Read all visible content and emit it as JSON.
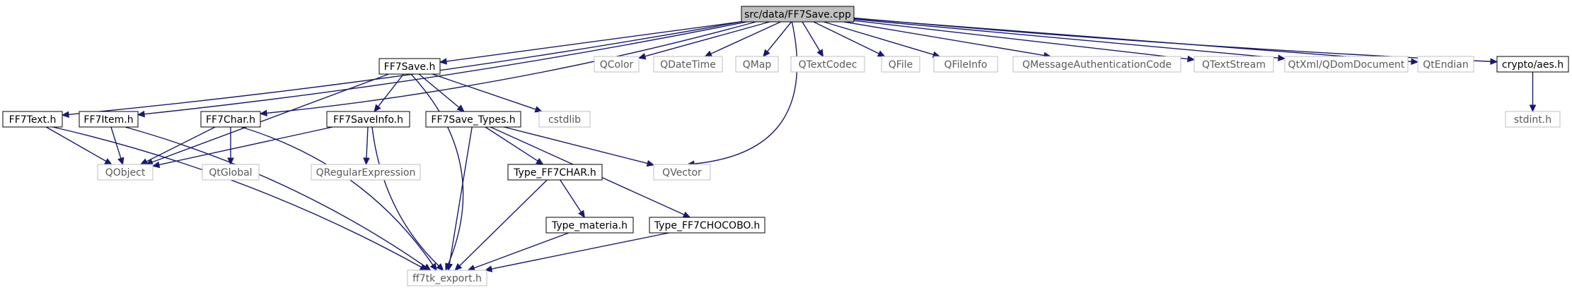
{
  "colors": {
    "edge": "#191970",
    "box_strong": "#000000",
    "box_light": "#bfbfbf",
    "text_strong": "#000000",
    "text_light": "#595959",
    "root_fill": "#bfbfbf"
  },
  "nodes": [
    {
      "id": "root",
      "label": "src/data/FF7Save.cpp",
      "style": "root"
    },
    {
      "id": "ff7save_h",
      "label": "FF7Save.h",
      "style": "strong"
    },
    {
      "id": "qcolor",
      "label": "QColor",
      "style": "light"
    },
    {
      "id": "qdatetime",
      "label": "QDateTime",
      "style": "light"
    },
    {
      "id": "qmap",
      "label": "QMap",
      "style": "light"
    },
    {
      "id": "qtextcodec",
      "label": "QTextCodec",
      "style": "light"
    },
    {
      "id": "qfile",
      "label": "QFile",
      "style": "light"
    },
    {
      "id": "qfileinfo",
      "label": "QFileInfo",
      "style": "light"
    },
    {
      "id": "qmac",
      "label": "QMessageAuthenticationCode",
      "style": "light"
    },
    {
      "id": "qtextstream",
      "label": "QTextStream",
      "style": "light"
    },
    {
      "id": "qdomdocument",
      "label": "QtXml/QDomDocument",
      "style": "light"
    },
    {
      "id": "qtendian",
      "label": "QtEndian",
      "style": "light"
    },
    {
      "id": "aes_h",
      "label": "crypto/aes.h",
      "style": "strong"
    },
    {
      "id": "ff7text_h",
      "label": "FF7Text.h",
      "style": "strong"
    },
    {
      "id": "ff7item_h",
      "label": "FF7Item.h",
      "style": "strong"
    },
    {
      "id": "ff7char_h",
      "label": "FF7Char.h",
      "style": "strong"
    },
    {
      "id": "ff7saveinfo_h",
      "label": "FF7SaveInfo.h",
      "style": "strong"
    },
    {
      "id": "ff7savetypes_h",
      "label": "FF7Save_Types.h",
      "style": "strong"
    },
    {
      "id": "cstdlib",
      "label": "cstdlib",
      "style": "light"
    },
    {
      "id": "stdint_h",
      "label": "stdint.h",
      "style": "light"
    },
    {
      "id": "qobject",
      "label": "QObject",
      "style": "light"
    },
    {
      "id": "qtglobal",
      "label": "QtGlobal",
      "style": "light"
    },
    {
      "id": "qregexp",
      "label": "QRegularExpression",
      "style": "light"
    },
    {
      "id": "qvector",
      "label": "QVector",
      "style": "light"
    },
    {
      "id": "typeff7char_h",
      "label": "Type_FF7CHAR.h",
      "style": "strong"
    },
    {
      "id": "typemateria_h",
      "label": "Type_materia.h",
      "style": "strong"
    },
    {
      "id": "typechocobo_h",
      "label": "Type_FF7CHOCOBO.h",
      "style": "strong"
    },
    {
      "id": "export_h",
      "label": "ff7tk_export.h",
      "style": "light"
    }
  ],
  "edges": [
    [
      "root",
      "ff7save_h"
    ],
    [
      "root",
      "qcolor"
    ],
    [
      "root",
      "qdatetime"
    ],
    [
      "root",
      "qmap"
    ],
    [
      "root",
      "qtextcodec"
    ],
    [
      "root",
      "qfile"
    ],
    [
      "root",
      "qfileinfo"
    ],
    [
      "root",
      "qmac"
    ],
    [
      "root",
      "qtextstream"
    ],
    [
      "root",
      "qdomdocument"
    ],
    [
      "root",
      "qtendian"
    ],
    [
      "root",
      "aes_h"
    ],
    [
      "root",
      "ff7text_h"
    ],
    [
      "root",
      "ff7item_h"
    ],
    [
      "root",
      "ff7char_h"
    ],
    [
      "root",
      "qvector"
    ],
    [
      "ff7save_h",
      "qobject"
    ],
    [
      "ff7save_h",
      "ff7saveinfo_h"
    ],
    [
      "ff7save_h",
      "ff7savetypes_h"
    ],
    [
      "ff7save_h",
      "cstdlib"
    ],
    [
      "ff7save_h",
      "export_h"
    ],
    [
      "aes_h",
      "stdint_h"
    ],
    [
      "ff7text_h",
      "qobject"
    ],
    [
      "ff7text_h",
      "export_h"
    ],
    [
      "ff7item_h",
      "qobject"
    ],
    [
      "ff7item_h",
      "export_h"
    ],
    [
      "ff7char_h",
      "qobject"
    ],
    [
      "ff7char_h",
      "qtglobal"
    ],
    [
      "ff7char_h",
      "export_h"
    ],
    [
      "ff7saveinfo_h",
      "qobject"
    ],
    [
      "ff7saveinfo_h",
      "qregexp"
    ],
    [
      "ff7saveinfo_h",
      "export_h"
    ],
    [
      "ff7savetypes_h",
      "qvector"
    ],
    [
      "ff7savetypes_h",
      "typeff7char_h"
    ],
    [
      "ff7savetypes_h",
      "typechocobo_h"
    ],
    [
      "ff7savetypes_h",
      "export_h"
    ],
    [
      "typeff7char_h",
      "typemateria_h"
    ],
    [
      "typeff7char_h",
      "export_h"
    ],
    [
      "typemateria_h",
      "export_h"
    ],
    [
      "typechocobo_h",
      "export_h"
    ]
  ]
}
